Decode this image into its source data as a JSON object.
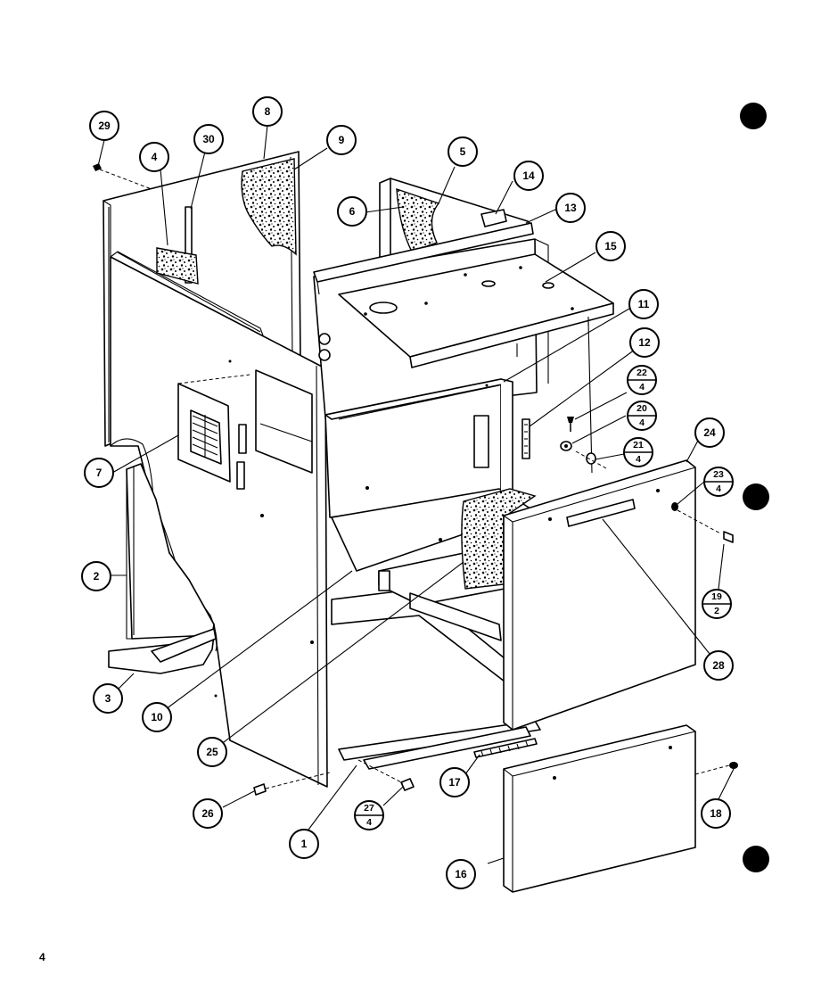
{
  "page_number": "4",
  "callouts": [
    {
      "id": "c1",
      "label": "1"
    },
    {
      "id": "c2",
      "label": "2"
    },
    {
      "id": "c3",
      "label": "3"
    },
    {
      "id": "c4",
      "label": "4"
    },
    {
      "id": "c5",
      "label": "5"
    },
    {
      "id": "c6",
      "label": "6"
    },
    {
      "id": "c7",
      "label": "7"
    },
    {
      "id": "c8",
      "label": "8"
    },
    {
      "id": "c9",
      "label": "9"
    },
    {
      "id": "c10",
      "label": "10"
    },
    {
      "id": "c11",
      "label": "11"
    },
    {
      "id": "c12",
      "label": "12"
    },
    {
      "id": "c13",
      "label": "13"
    },
    {
      "id": "c14",
      "label": "14"
    },
    {
      "id": "c15",
      "label": "15"
    },
    {
      "id": "c16",
      "label": "16"
    },
    {
      "id": "c17",
      "label": "17"
    },
    {
      "id": "c18",
      "label": "18"
    },
    {
      "id": "c24",
      "label": "24"
    },
    {
      "id": "c25",
      "label": "25"
    },
    {
      "id": "c26",
      "label": "26"
    },
    {
      "id": "c28",
      "label": "28"
    },
    {
      "id": "c29",
      "label": "29"
    },
    {
      "id": "c30",
      "label": "30"
    }
  ],
  "fraction_callouts": [
    {
      "id": "f22",
      "top": "22",
      "bottom": "4"
    },
    {
      "id": "f20",
      "top": "20",
      "bottom": "4"
    },
    {
      "id": "f21",
      "top": "21",
      "bottom": "4"
    },
    {
      "id": "f23",
      "top": "23",
      "bottom": "4"
    },
    {
      "id": "f19",
      "top": "19",
      "bottom": "2"
    },
    {
      "id": "f27",
      "top": "27",
      "bottom": "4"
    }
  ]
}
